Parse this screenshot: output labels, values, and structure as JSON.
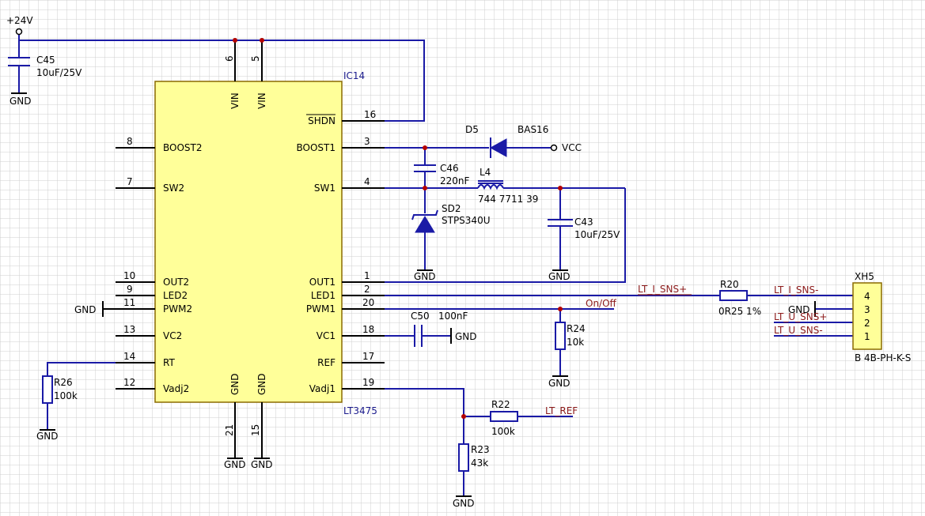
{
  "ic": {
    "designator": "IC14",
    "part": "LT3475",
    "pins": [
      {
        "num": "8",
        "name": "BOOST2"
      },
      {
        "num": "7",
        "name": "SW2"
      },
      {
        "num": "10",
        "name": "OUT2"
      },
      {
        "num": "9",
        "name": "LED2"
      },
      {
        "num": "11",
        "name": "PWM2"
      },
      {
        "num": "13",
        "name": "VC2"
      },
      {
        "num": "14",
        "name": "RT"
      },
      {
        "num": "12",
        "name": "Vadj2"
      },
      {
        "num": "16",
        "name": "SHDN"
      },
      {
        "num": "3",
        "name": "BOOST1"
      },
      {
        "num": "4",
        "name": "SW1"
      },
      {
        "num": "1",
        "name": "OUT1"
      },
      {
        "num": "2",
        "name": "LED1"
      },
      {
        "num": "20",
        "name": "PWM1"
      },
      {
        "num": "18",
        "name": "VC1"
      },
      {
        "num": "17",
        "name": "REF"
      },
      {
        "num": "19",
        "name": "Vadj1"
      },
      {
        "num": "6",
        "name": "VIN"
      },
      {
        "num": "5",
        "name": "VIN"
      },
      {
        "num": "21",
        "name": "GND"
      },
      {
        "num": "15",
        "name": "GND"
      }
    ]
  },
  "power": {
    "vin": "+24V",
    "vcc": "VCC",
    "gnd": "GND"
  },
  "components": {
    "c45": {
      "ref": "C45",
      "value": "10uF/25V"
    },
    "c46": {
      "ref": "C46",
      "value": "220nF"
    },
    "c43": {
      "ref": "C43",
      "value": "10uF/25V"
    },
    "c50": {
      "ref": "C50",
      "value": "100nF"
    },
    "d5": {
      "ref": "D5",
      "value": "BAS16"
    },
    "sd2": {
      "ref": "SD2",
      "value": "STPS340U"
    },
    "l4": {
      "ref": "L4",
      "value": "744 7711 39"
    },
    "r20": {
      "ref": "R20",
      "value": "0R25 1%"
    },
    "r22": {
      "ref": "R22",
      "value": "100k"
    },
    "r23": {
      "ref": "R23",
      "value": "43k"
    },
    "r24": {
      "ref": "R24",
      "value": "10k"
    },
    "r26": {
      "ref": "R26",
      "value": "100k"
    }
  },
  "nets": {
    "lt_i_sns_plus": "LT_I_SNS+",
    "lt_i_sns_minus": "LT_I_SNS-",
    "lt_u_sns_plus": "LT_U_SNS+",
    "lt_u_sns_minus": "LT_U_SNS-",
    "on_off": "On/Off",
    "lt_ref": "LT_REF"
  },
  "connector": {
    "ref": "XH5",
    "part": "B 4B-PH-K-S",
    "pins": [
      "4",
      "3",
      "2",
      "1"
    ]
  }
}
